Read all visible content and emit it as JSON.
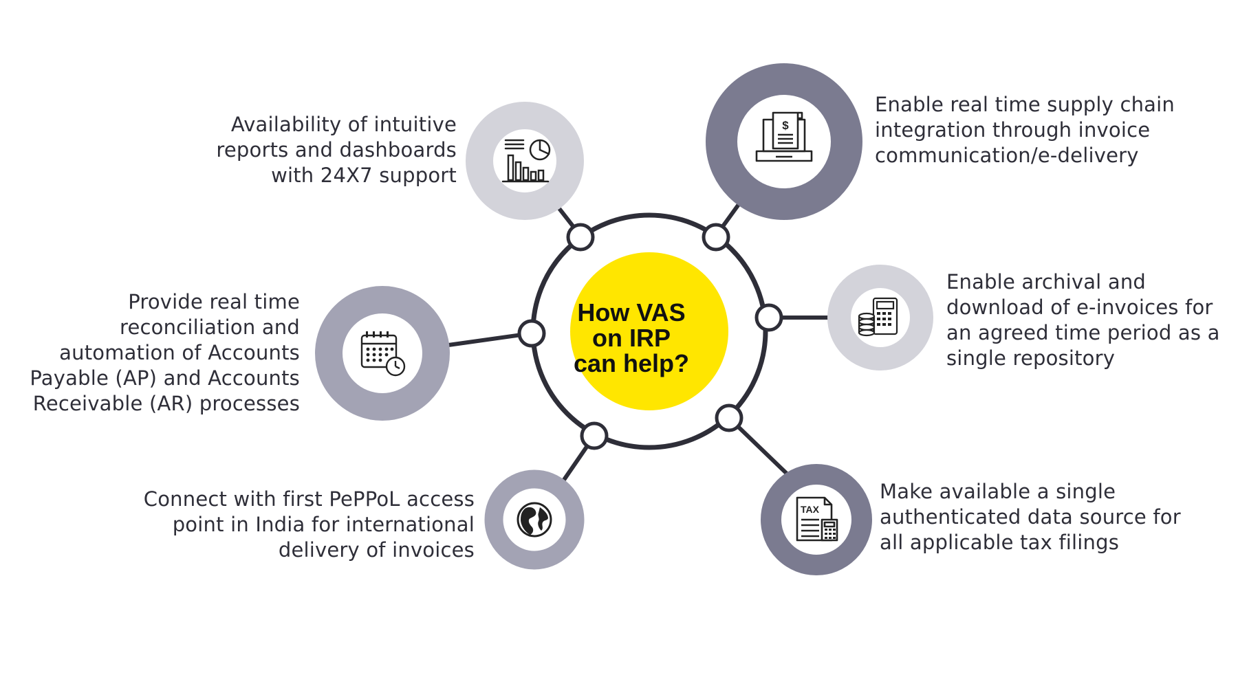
{
  "center": {
    "lines": [
      "How VAS",
      "on IRP",
      "can help?"
    ],
    "color": "#ffe600"
  },
  "colors": {
    "hub_ring": "#2e2e38",
    "dark_gray": "#7b7b90",
    "mid_gray": "#a3a3b4",
    "light_gray": "#d3d3da",
    "text": "#2e2e38"
  },
  "items": [
    {
      "id": "reports",
      "icon": "bar-chart-icon",
      "lines": [
        "Availability of intuitive",
        "reports and dashboards",
        "with 24X7 support"
      ]
    },
    {
      "id": "supply-chain",
      "icon": "laptop-invoice-icon",
      "lines": [
        "Enable real time supply chain",
        "integration through invoice",
        "communication/e-delivery"
      ]
    },
    {
      "id": "archival",
      "icon": "calculator-coins-icon",
      "lines": [
        "Enable archival and",
        "download of e-invoices for",
        "an agreed time period as a",
        "single repository"
      ]
    },
    {
      "id": "tax",
      "icon": "tax-document-icon",
      "lines": [
        "Make available a single",
        "authenticated data source for",
        "all applicable tax filings"
      ]
    },
    {
      "id": "peppol",
      "icon": "globe-icon",
      "lines": [
        "Connect with first PePPoL access",
        "point in India for international",
        "delivery of invoices"
      ]
    },
    {
      "id": "reconciliation",
      "icon": "calendar-clock-icon",
      "lines": [
        "Provide real time",
        "reconciliation and",
        "automation of Accounts",
        "Payable (AP) and Accounts",
        "Receivable (AR) processes"
      ]
    }
  ]
}
